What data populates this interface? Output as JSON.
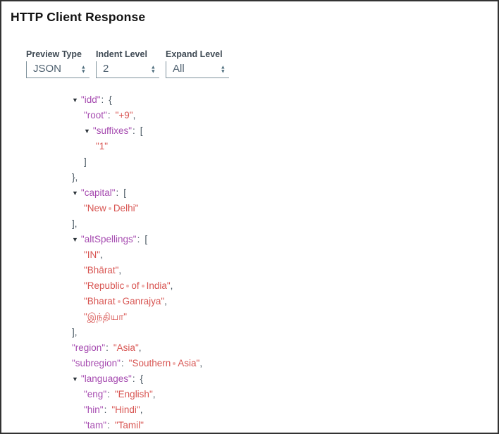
{
  "panel": {
    "title": "HTTP Client Response"
  },
  "controls": [
    {
      "label": "Preview Type",
      "value": "JSON"
    },
    {
      "label": "Indent Level",
      "value": "2"
    },
    {
      "label": "Expand Level",
      "value": "All"
    }
  ],
  "icons": {
    "collapse": "▼",
    "spinner_up": "▲",
    "spinner_down": "▼"
  },
  "colors": {
    "frame": "#333333",
    "title": "#121212",
    "label": "#3f4a54",
    "select-text": "#4f6170",
    "select-border": "#7f929c",
    "arrow": "#4e6d7d",
    "key": "#a64bb0",
    "string": "#d85552",
    "punct": "#4a5863",
    "dot": "#efb5b1",
    "triangle": "#2e363c"
  },
  "response_tree": {
    "lines": [
      {
        "indent": 0,
        "expandable": true,
        "key": "idd",
        "open": "{"
      },
      {
        "indent": 1,
        "key": "root",
        "value": "+9",
        "comma": true
      },
      {
        "indent": 1,
        "expandable": true,
        "key": "suffixes",
        "open": "["
      },
      {
        "indent": 2,
        "value": "1"
      },
      {
        "indent": 1,
        "close": "]"
      },
      {
        "indent": 0,
        "close": "}",
        "comma": true
      },
      {
        "indent": 0,
        "expandable": true,
        "key": "capital",
        "open": "["
      },
      {
        "indent": 1,
        "value": "New Delhi"
      },
      {
        "indent": 0,
        "close": "]",
        "comma": true
      },
      {
        "indent": 0,
        "expandable": true,
        "key": "altSpellings",
        "open": "["
      },
      {
        "indent": 1,
        "value": "IN",
        "comma": true
      },
      {
        "indent": 1,
        "value": "Bhārat",
        "comma": true
      },
      {
        "indent": 1,
        "value": "Republic of India",
        "comma": true
      },
      {
        "indent": 1,
        "value": "Bharat Ganrajya",
        "comma": true
      },
      {
        "indent": 1,
        "value": "இந்தியா"
      },
      {
        "indent": 0,
        "close": "]",
        "comma": true
      },
      {
        "indent": 0,
        "key": "region",
        "value": "Asia",
        "comma": true
      },
      {
        "indent": 0,
        "key": "subregion",
        "value": "Southern Asia",
        "comma": true
      },
      {
        "indent": 0,
        "expandable": true,
        "key": "languages",
        "open": "{"
      },
      {
        "indent": 1,
        "key": "eng",
        "value": "English",
        "comma": true
      },
      {
        "indent": 1,
        "key": "hin",
        "value": "Hindi",
        "comma": true
      },
      {
        "indent": 1,
        "key": "tam",
        "value": "Tamil"
      },
      {
        "indent": 0,
        "close": "}",
        "comma": true
      }
    ]
  }
}
